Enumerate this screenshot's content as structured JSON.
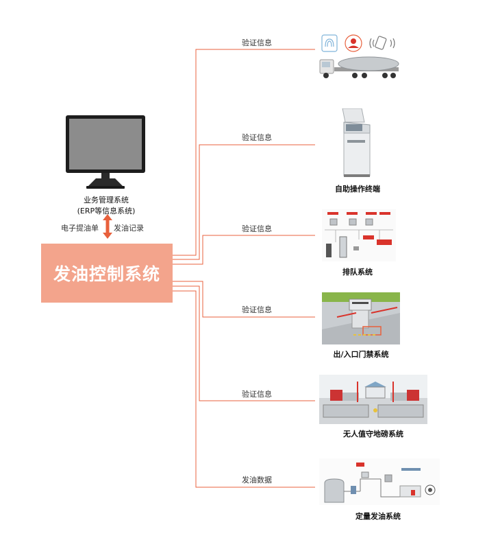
{
  "erp": {
    "title": "业务管理系统",
    "subtitle": "(ERP等信息系统)",
    "left_flow": "电子提油单",
    "right_flow": "发油记录"
  },
  "main_system": "发油控制系统",
  "branches": [
    {
      "edge_label": "验证信息",
      "caption": ""
    },
    {
      "edge_label": "验证信息",
      "caption": "自助操作终端"
    },
    {
      "edge_label": "验证信息",
      "caption": "排队系统"
    },
    {
      "edge_label": "验证信息",
      "caption": "出/入口门禁系统"
    },
    {
      "edge_label": "验证信息",
      "caption": "无人值守地磅系统"
    },
    {
      "edge_label": "发油数据",
      "caption": "定量发油系统"
    }
  ],
  "colors": {
    "line": "#e8603c",
    "box": "#f3a48c",
    "arrow": "#e8603c"
  }
}
